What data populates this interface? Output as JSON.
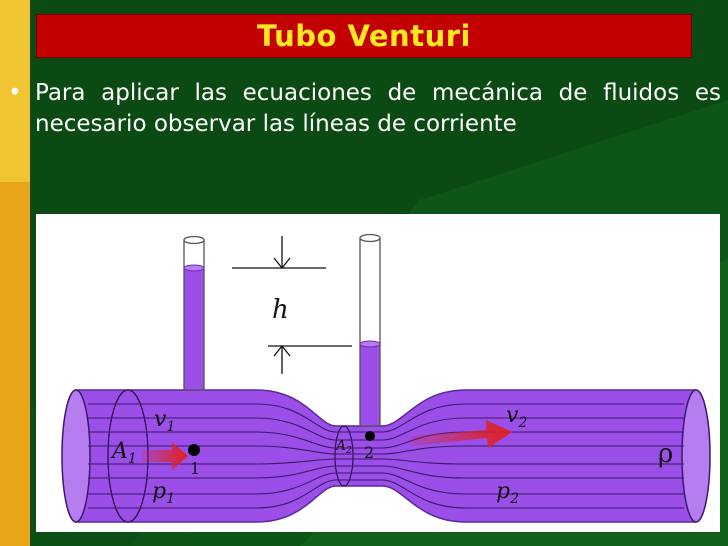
{
  "slide": {
    "title": "Tubo Venturi",
    "bullet": "•",
    "bullet_text": "Para aplicar las ecuaciones de mecánica de fluidos es necesario observar las líneas de corriente"
  },
  "diagram": {
    "labels": {
      "h": "h",
      "A1": "A",
      "A1_sub": "1",
      "v1": "v",
      "v1_sub": "1",
      "p1": "p",
      "p1_sub": "1",
      "point1": "1",
      "A2": "A",
      "A2_sub": "2",
      "point2": "2",
      "v2": "v",
      "v2_sub": "2",
      "p2": "p",
      "p2_sub": "2",
      "rho": "ρ"
    },
    "colors": {
      "fluid": "#9b4fe8",
      "fluid_dark": "#6a2cb8",
      "arrow": "#e0201c",
      "background_green": "#0b4a12",
      "title_red": "#c20000",
      "title_yellow": "#ffe820",
      "sidebar_orange": "#e8a51a"
    }
  }
}
